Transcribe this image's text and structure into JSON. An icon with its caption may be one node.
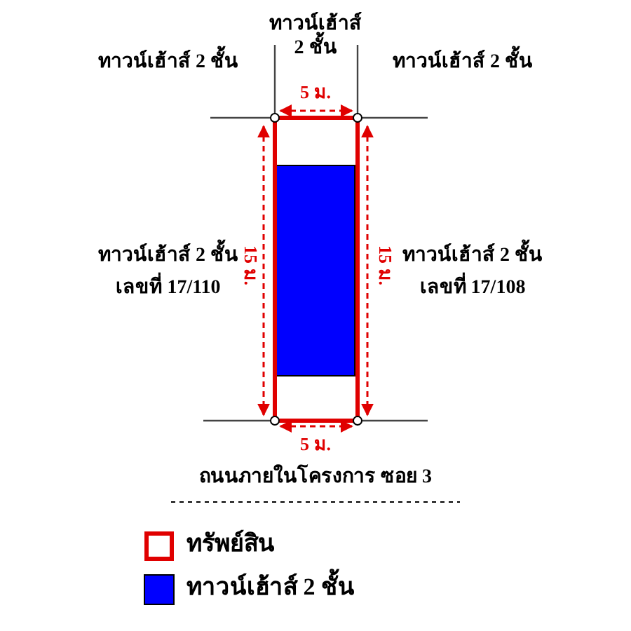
{
  "diagram": {
    "labels": [
      "ทาวน์เฮ้าส์ 2 ชั้น",
      "ทาวน์เฮ้าส์ 2 ชั้น",
      "ทาวน์เฮ้าส์ 2 ชั้น",
      "5 ม.",
      "ทาวน์เฮ้าส์ 2 ชั้น",
      "เลขที่ 17/110",
      "15 ม.",
      "15 ม.",
      "ทาวน์เฮ้าส์ 2 ชั้น",
      "เลขที่ 17/108",
      "5 ม.",
      "ถนนภายในโครงการ ซอย 3"
    ],
    "legend": [
      {
        "text": "ทรัพย์สิน"
      },
      {
        "text": "ทาวน์เฮ้าส์ 2 ชั้น",
        "color": "#0000ff"
      }
    ]
  }
}
